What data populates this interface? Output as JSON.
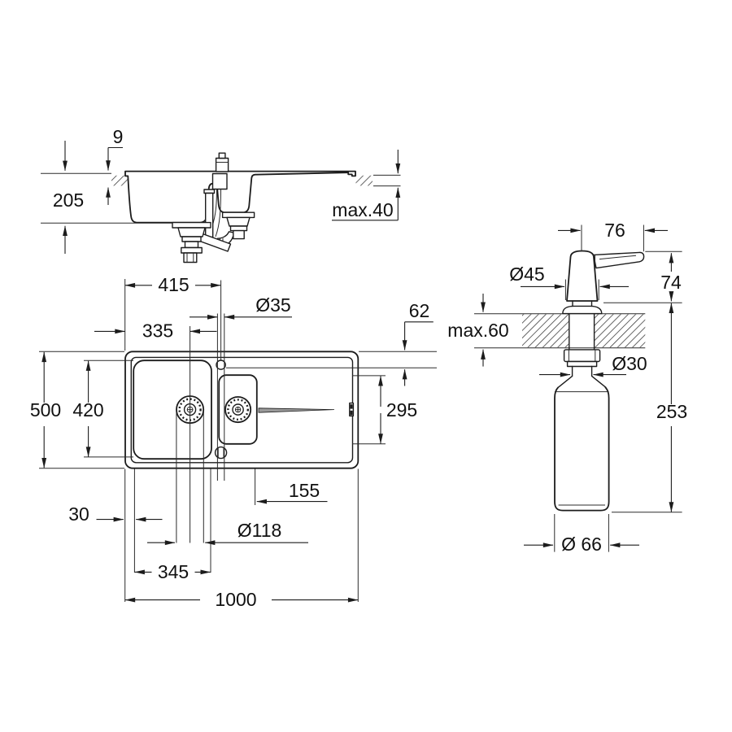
{
  "drawing": {
    "side_view": {
      "rim_height": "9",
      "bowl_depth": "205",
      "counter_thickness_max": "max.40"
    },
    "top_view": {
      "tap_hole_from_left": "415",
      "tap_hole_diameter": "Ø35",
      "drain_center_from_left": "335",
      "right_edge_inset": "62",
      "outer_depth": "500",
      "bowl_inner_depth": "420",
      "half_bowl_depth": "295",
      "drainboard_offset": "155",
      "rim_margin": "30",
      "drain_diameter": "Ø118",
      "bowl_inner_width": "345",
      "outer_width": "1000"
    },
    "dispenser": {
      "spout_reach": "76",
      "head_diameter": "Ø45",
      "head_height": "74",
      "counter_thickness_max": "max.60",
      "shank_diameter": "Ø30",
      "below_counter_height": "253",
      "bottle_diameter": "Ø 66"
    }
  }
}
